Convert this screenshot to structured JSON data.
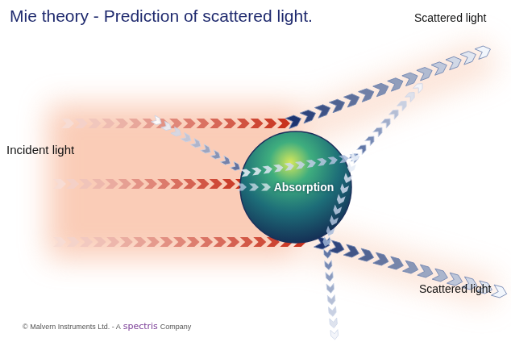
{
  "diagram": {
    "title": "Mie theory - Prediction of scattered light.",
    "nodes": [
      {
        "text": [
          "Absorption"
        ]
      }
    ],
    "labels": [
      "Scattered light",
      "Incident light",
      "Scattered light",
      "© Malvern Instruments Ltd. - A",
      "spectris",
      "Company"
    ]
  }
}
